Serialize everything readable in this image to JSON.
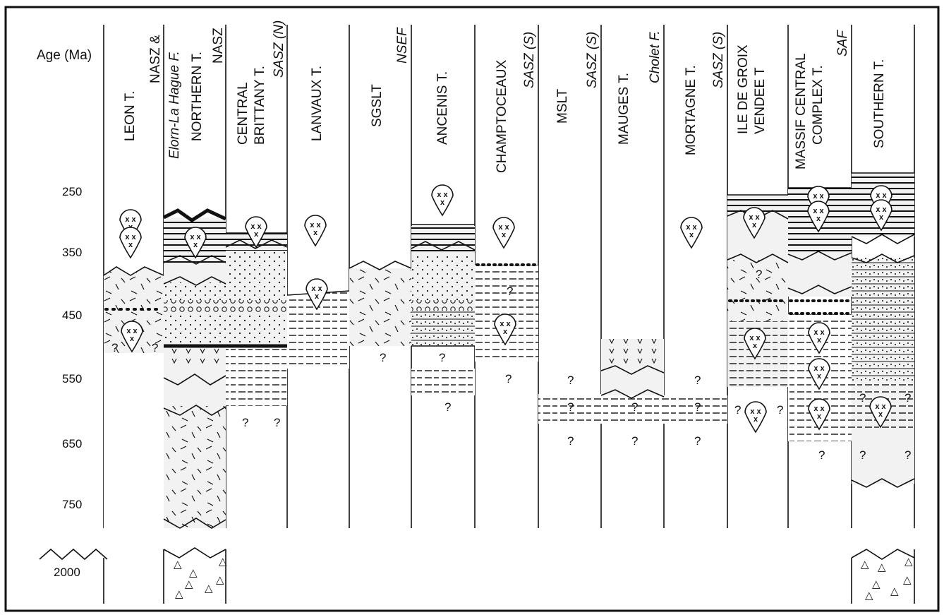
{
  "axis": {
    "title": "Age (Ma)",
    "ticks": [
      "250",
      "350",
      "450",
      "550",
      "650",
      "750"
    ],
    "break_tick": "2000"
  },
  "columns": [
    {
      "name": "LEON T."
    },
    {
      "name": "NORTHERN T."
    },
    {
      "name": "CENTRAL BRITTANY T.",
      "line1": "CENTRAL",
      "line2": "BRITTANY T."
    },
    {
      "name": "LANVAUX T."
    },
    {
      "name": "SGSLT"
    },
    {
      "name": "ANCENIS T."
    },
    {
      "name": "CHAMPTOCEAUX"
    },
    {
      "name": "MSLT"
    },
    {
      "name": "MAUGES T."
    },
    {
      "name": "MORTAGNE T."
    },
    {
      "name": "ILE DE GROIX VENDEE T",
      "line1": "ILE DE GROIX",
      "line2": "VENDEE T"
    },
    {
      "name": "MASSIF CENTRAL COMPLEX T.",
      "line1": "MASSIF CENTRAL",
      "line2": "COMPLEX T."
    },
    {
      "name": "SOUTHERN T."
    }
  ],
  "boundaries": [
    {
      "name": "NASZ &",
      "sub": "Elorn-La Hague F."
    },
    {
      "name": "NASZ"
    },
    {
      "name": "SASZ (N)"
    },
    {
      "name": "NSEF"
    },
    {
      "name": "SASZ (S)"
    },
    {
      "name": "SASZ (S)"
    },
    {
      "name": "Cholet F."
    },
    {
      "name": "SASZ (S)"
    },
    {
      "name": "SAF"
    }
  ],
  "unknown_marker": "?",
  "pluton_marker": "x x x",
  "triangle_glyph": "△",
  "colors": {
    "ink": "#111111",
    "fill": "#f2f2f2",
    "background": "#ffffff"
  }
}
